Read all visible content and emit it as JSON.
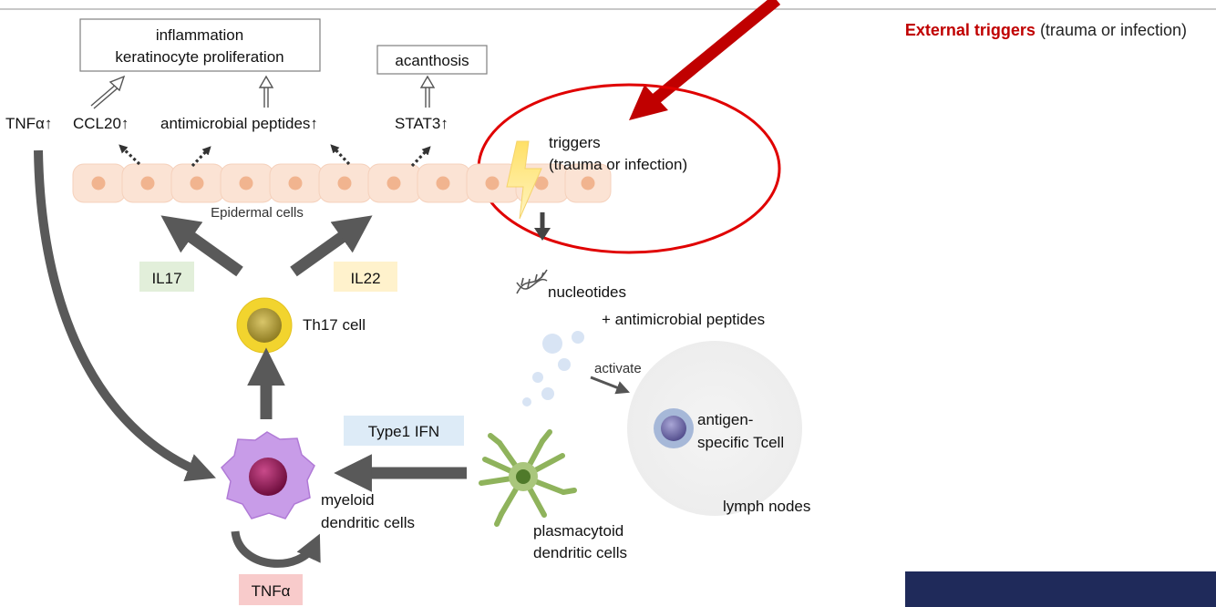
{
  "header": {
    "external_label_bold": "External triggers",
    "external_label_rest": " (trauma or infection)"
  },
  "boxes": {
    "inflammation_line1": "inflammation",
    "inflammation_line2": "keratinocyte proliferation",
    "acanthosis": "acanthosis"
  },
  "top_labels": {
    "tnfa": "TNFα↑",
    "ccl20": "CCL20↑",
    "amp": "antimicrobial  peptides↑",
    "stat3": "STAT3↑"
  },
  "triggers": {
    "line1": "triggers",
    "line2": "(trauma or infection)"
  },
  "epidermis": {
    "label": "Epidermal cells"
  },
  "cytokines": {
    "il17": "IL17",
    "il22": "IL22",
    "type1_ifn": "Type1 IFN",
    "tnfa_bottom": "TNFα"
  },
  "cells": {
    "th17": "Th17 cell",
    "myeloid_line1": "myeloid",
    "myeloid_line2": "dendritic cells",
    "pdc_line1": "plasmacytoid",
    "pdc_line2": "dendritic cells",
    "tcell_line1": "antigen-",
    "tcell_line2": "specific  Tcell",
    "lymph": "lymph nodes"
  },
  "release": {
    "nucleotides": "nucleotides",
    "amp": "+ antimicrobial  peptides",
    "activate": "activate"
  },
  "colors": {
    "accent_red": "#c00000",
    "arrow_grey": "#595959",
    "il17_bg": "#e2efda",
    "il22_bg": "#fff2cc",
    "ifn_bg": "#ddebf7",
    "tnfa_bg": "#f8cbcb",
    "navy": "#1f2a5a"
  }
}
